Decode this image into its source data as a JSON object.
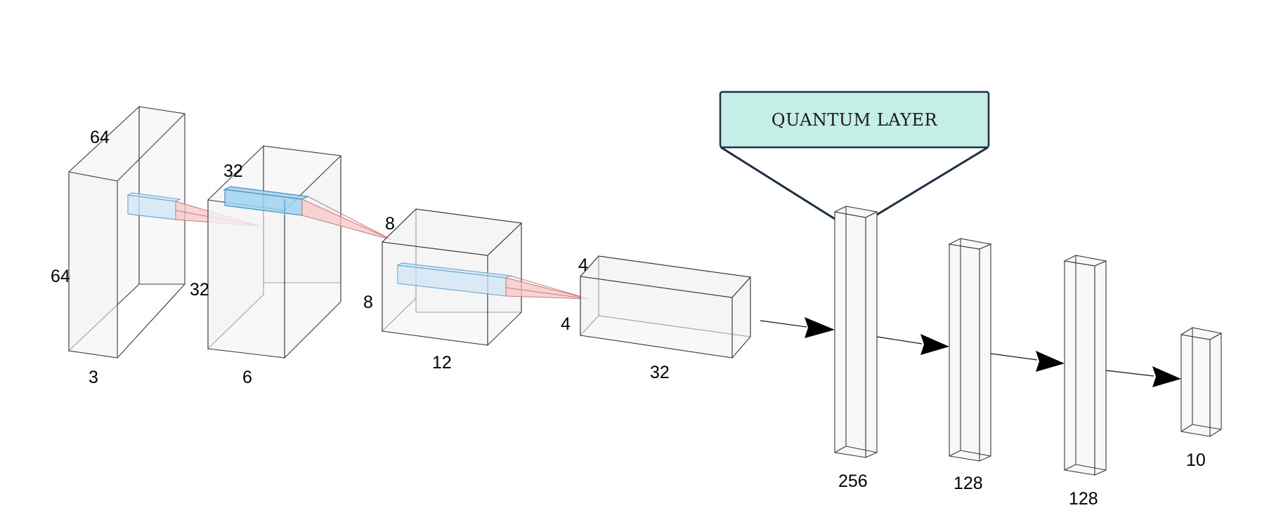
{
  "diagram": {
    "quantum_layer": {
      "label": "QUANTUM LAYER",
      "fill": "#c5efe6",
      "border": "#1f2e45"
    },
    "conv_blocks": [
      {
        "name": "input",
        "depth_label": "64",
        "height_label": "64",
        "channels_label": "3"
      },
      {
        "name": "conv1",
        "depth_label": "32",
        "height_label": "32",
        "channels_label": "6"
      },
      {
        "name": "conv2",
        "depth_label": "8",
        "height_label": "8",
        "channels_label": "12"
      },
      {
        "name": "conv3",
        "depth_label": "4",
        "height_label": "4",
        "channels_label": "32"
      }
    ],
    "dense_layers": [
      {
        "name": "dense-256",
        "label": "256"
      },
      {
        "name": "dense-128-a",
        "label": "128"
      },
      {
        "name": "dense-128-b",
        "label": "128"
      },
      {
        "name": "output-10",
        "label": "10"
      }
    ],
    "colors": {
      "block_fill": "#f2f2f2",
      "kernel_fill": "#cfe6f6",
      "cone_fill": "#f7c6c6",
      "arrow": "#000000"
    }
  }
}
